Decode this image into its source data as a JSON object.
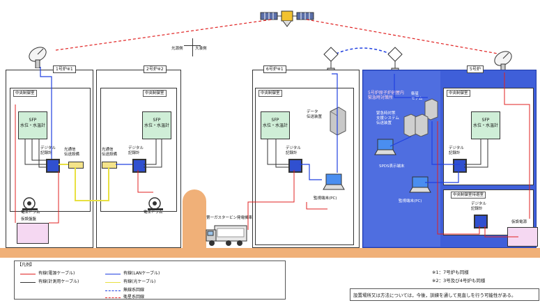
{
  "buildings": {
    "unit1": {
      "tag": "1号炉※1",
      "room": "中央制御室",
      "sfp": "SFP\n水位・水温計",
      "recorder": "デジタル\n記録計",
      "transmitter": "光通信\n伝送設備",
      "pump": "電エドラム",
      "generator": "仮設盤盤"
    },
    "unit2": {
      "tag": "2号炉※2",
      "room": "中央制御室",
      "sfp": "SFP\n水位・水温計",
      "recorder": "デジタル\n記録計",
      "transmitter": "光通信\n伝送設備",
      "pump": "電エドラム"
    },
    "unit6": {
      "tag": "6号炉※1",
      "room": "中央制御室",
      "sfp": "SFP\n水位・水温計",
      "recorder": "デジタル\n記録計",
      "server": "データ\n伝送装置",
      "pc": "監視端末(PC)"
    },
    "unit5": {
      "tag": "5号炉",
      "room": "中央制御室",
      "sfp": "SFP\n水位・水温計",
      "recorder": "デジタル\n記録計",
      "pc": "監視端末(PC)",
      "sub_room": "中央制御室待避室",
      "sub_recorder": "デジタル\n記録計"
    },
    "emergency": {
      "title": "5号炉原子炉建屋内\n緊急時対策所",
      "modem": "衛星\nモデム",
      "spds_system": "緊急時対策\n支援システム\n伝送装置",
      "spds_pc": "SPDS表示端末"
    }
  },
  "compass": {
    "left": "光源側",
    "right": "大湊側"
  },
  "truck_label": "第一ガスタービン発電機車",
  "temp_power": "仮設電源",
  "legend": {
    "title": "【凡例】",
    "items": [
      {
        "label": "有線(電源ケーブル)",
        "color": "#e02020",
        "style": "solid"
      },
      {
        "label": "有線(計測用ケーブル)",
        "color": "#333333",
        "style": "solid"
      },
      {
        "label": "有線(LANケーブル)",
        "color": "#2040e0",
        "style": "solid"
      },
      {
        "label": "有線(光ケーブル)",
        "color": "#e8e040",
        "style": "solid"
      },
      {
        "label": "無線系回線",
        "color": "#2040e0",
        "style": "dashed"
      },
      {
        "label": "衛星系回線",
        "color": "#e02020",
        "style": "dashed"
      }
    ]
  },
  "footnotes": [
    "※1：7号炉も同様",
    "※2：3号及び4号炉も同様"
  ],
  "disclaimer": "設置場所又は方法については，今後，訓練を通して見直しを行う可能性がある。"
}
